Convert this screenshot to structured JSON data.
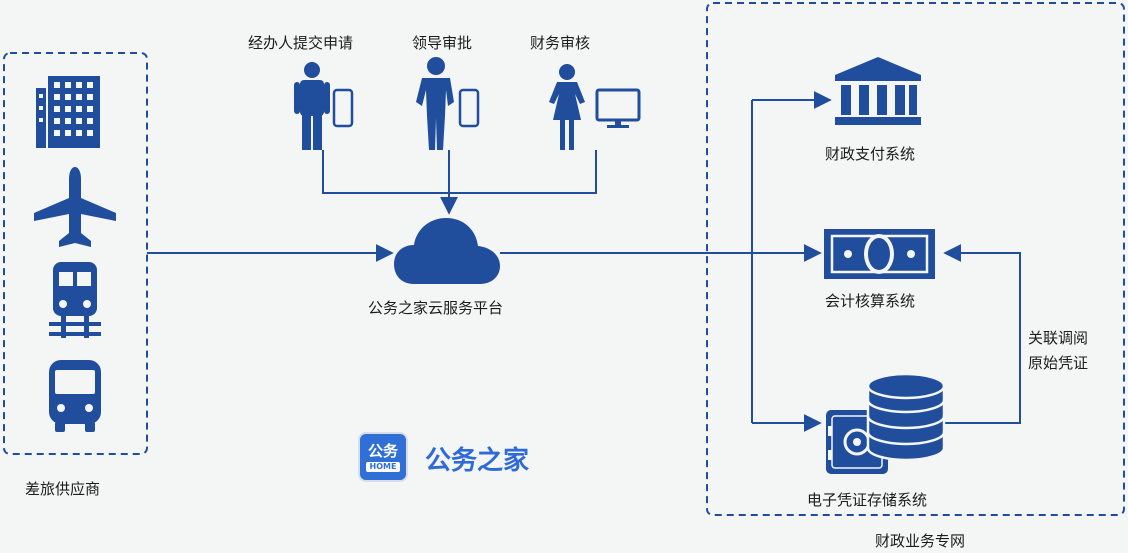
{
  "colors": {
    "accent": "#214e9c",
    "logo": "#2e6bd8",
    "background": "#f4f5f5"
  },
  "approvers": {
    "submitter": "经办人提交申请",
    "leader": "领导审批",
    "finance": "财务审核"
  },
  "supplier": {
    "label": "差旅供应商",
    "icons": [
      "building-icon",
      "airplane-icon",
      "train-icon",
      "bus-icon"
    ]
  },
  "cloud": {
    "label": "公务之家云服务平台"
  },
  "logo": {
    "badge_top": "公务",
    "badge_bottom": "HOME",
    "text": "公务之家"
  },
  "finance_network": {
    "label": "财政业务专网",
    "payment": "财政支付系统",
    "accounting": "会计核算系统",
    "storage": "电子凭证存储系统",
    "link_line1": "关联调阅",
    "link_line2": "原始凭证"
  }
}
